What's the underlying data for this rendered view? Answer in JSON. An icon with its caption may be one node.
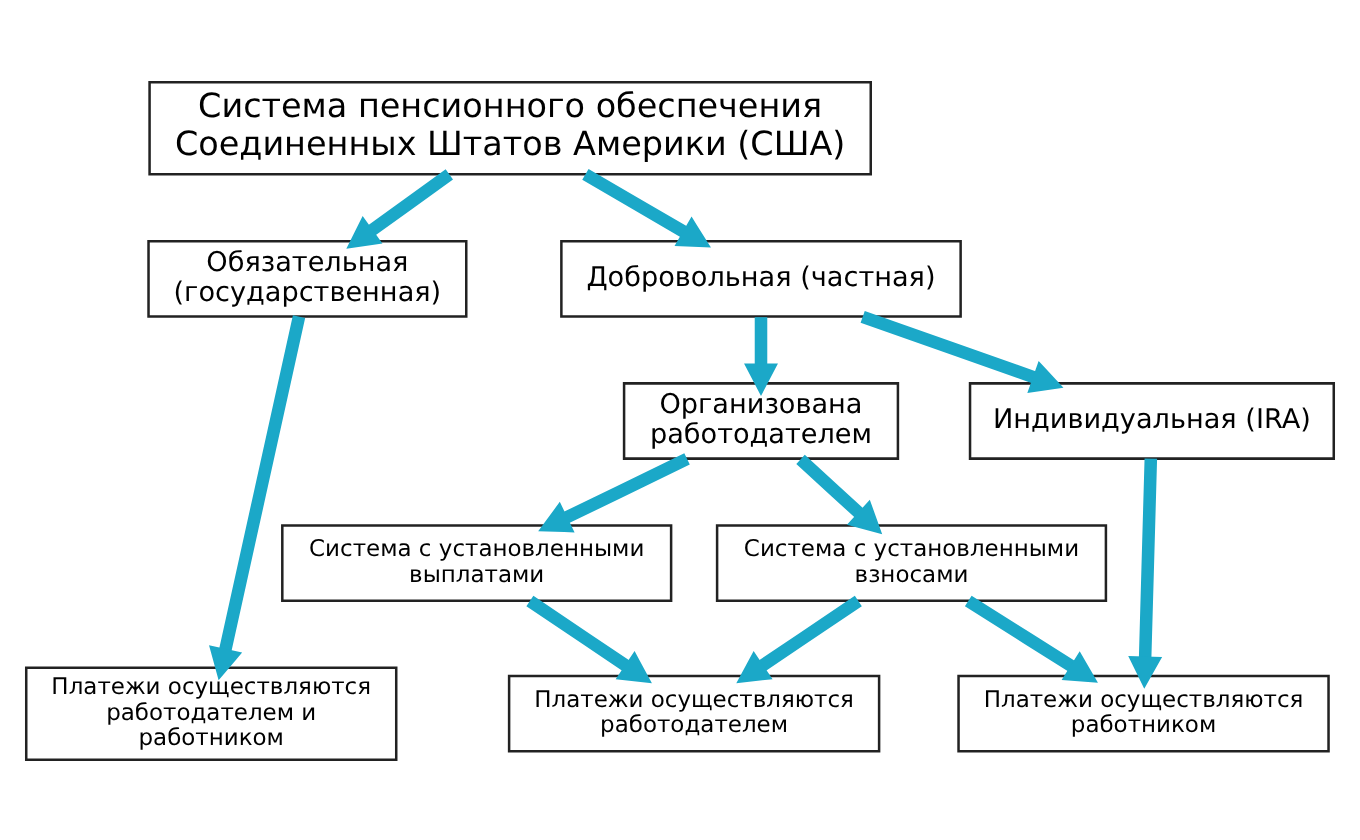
{
  "diagram": {
    "nodes": [
      {
        "text": [
          "Система пенсионного обеспечения Соединенных Штатов Америки (США)"
        ]
      },
      {
        "text": [
          "Обязательная (государственная)"
        ]
      },
      {
        "text": [
          "Добровольная (частная)"
        ]
      },
      {
        "text": [
          "Организована работодателем"
        ]
      },
      {
        "text": [
          "Индивидуальная (IRA)"
        ]
      },
      {
        "text": [
          "Система с установленными выплатами"
        ]
      },
      {
        "text": [
          "Система с установленными взносами"
        ]
      },
      {
        "text": [
          "Платежи осуществляются работодателем и работником"
        ]
      },
      {
        "text": [
          "Платежи осуществляются работодателем"
        ]
      },
      {
        "text": [
          "Платежи осуществляются работником"
        ]
      }
    ],
    "edges": [
      {
        "from": 0,
        "to": 1,
        "arrow": "to"
      },
      {
        "from": 0,
        "to": 2,
        "arrow": "to"
      },
      {
        "from": 1,
        "to": 7,
        "arrow": "to"
      },
      {
        "from": 2,
        "to": 3,
        "arrow": "to"
      },
      {
        "from": 2,
        "to": 4,
        "arrow": "to"
      },
      {
        "from": 3,
        "to": 5,
        "arrow": "to"
      },
      {
        "from": 3,
        "to": 6,
        "arrow": "to"
      },
      {
        "from": 5,
        "to": 8,
        "arrow": "to"
      },
      {
        "from": 6,
        "to": 8,
        "arrow": "to"
      },
      {
        "from": 6,
        "to": 9,
        "arrow": "to"
      },
      {
        "from": 4,
        "to": 9,
        "arrow": "to"
      }
    ]
  }
}
